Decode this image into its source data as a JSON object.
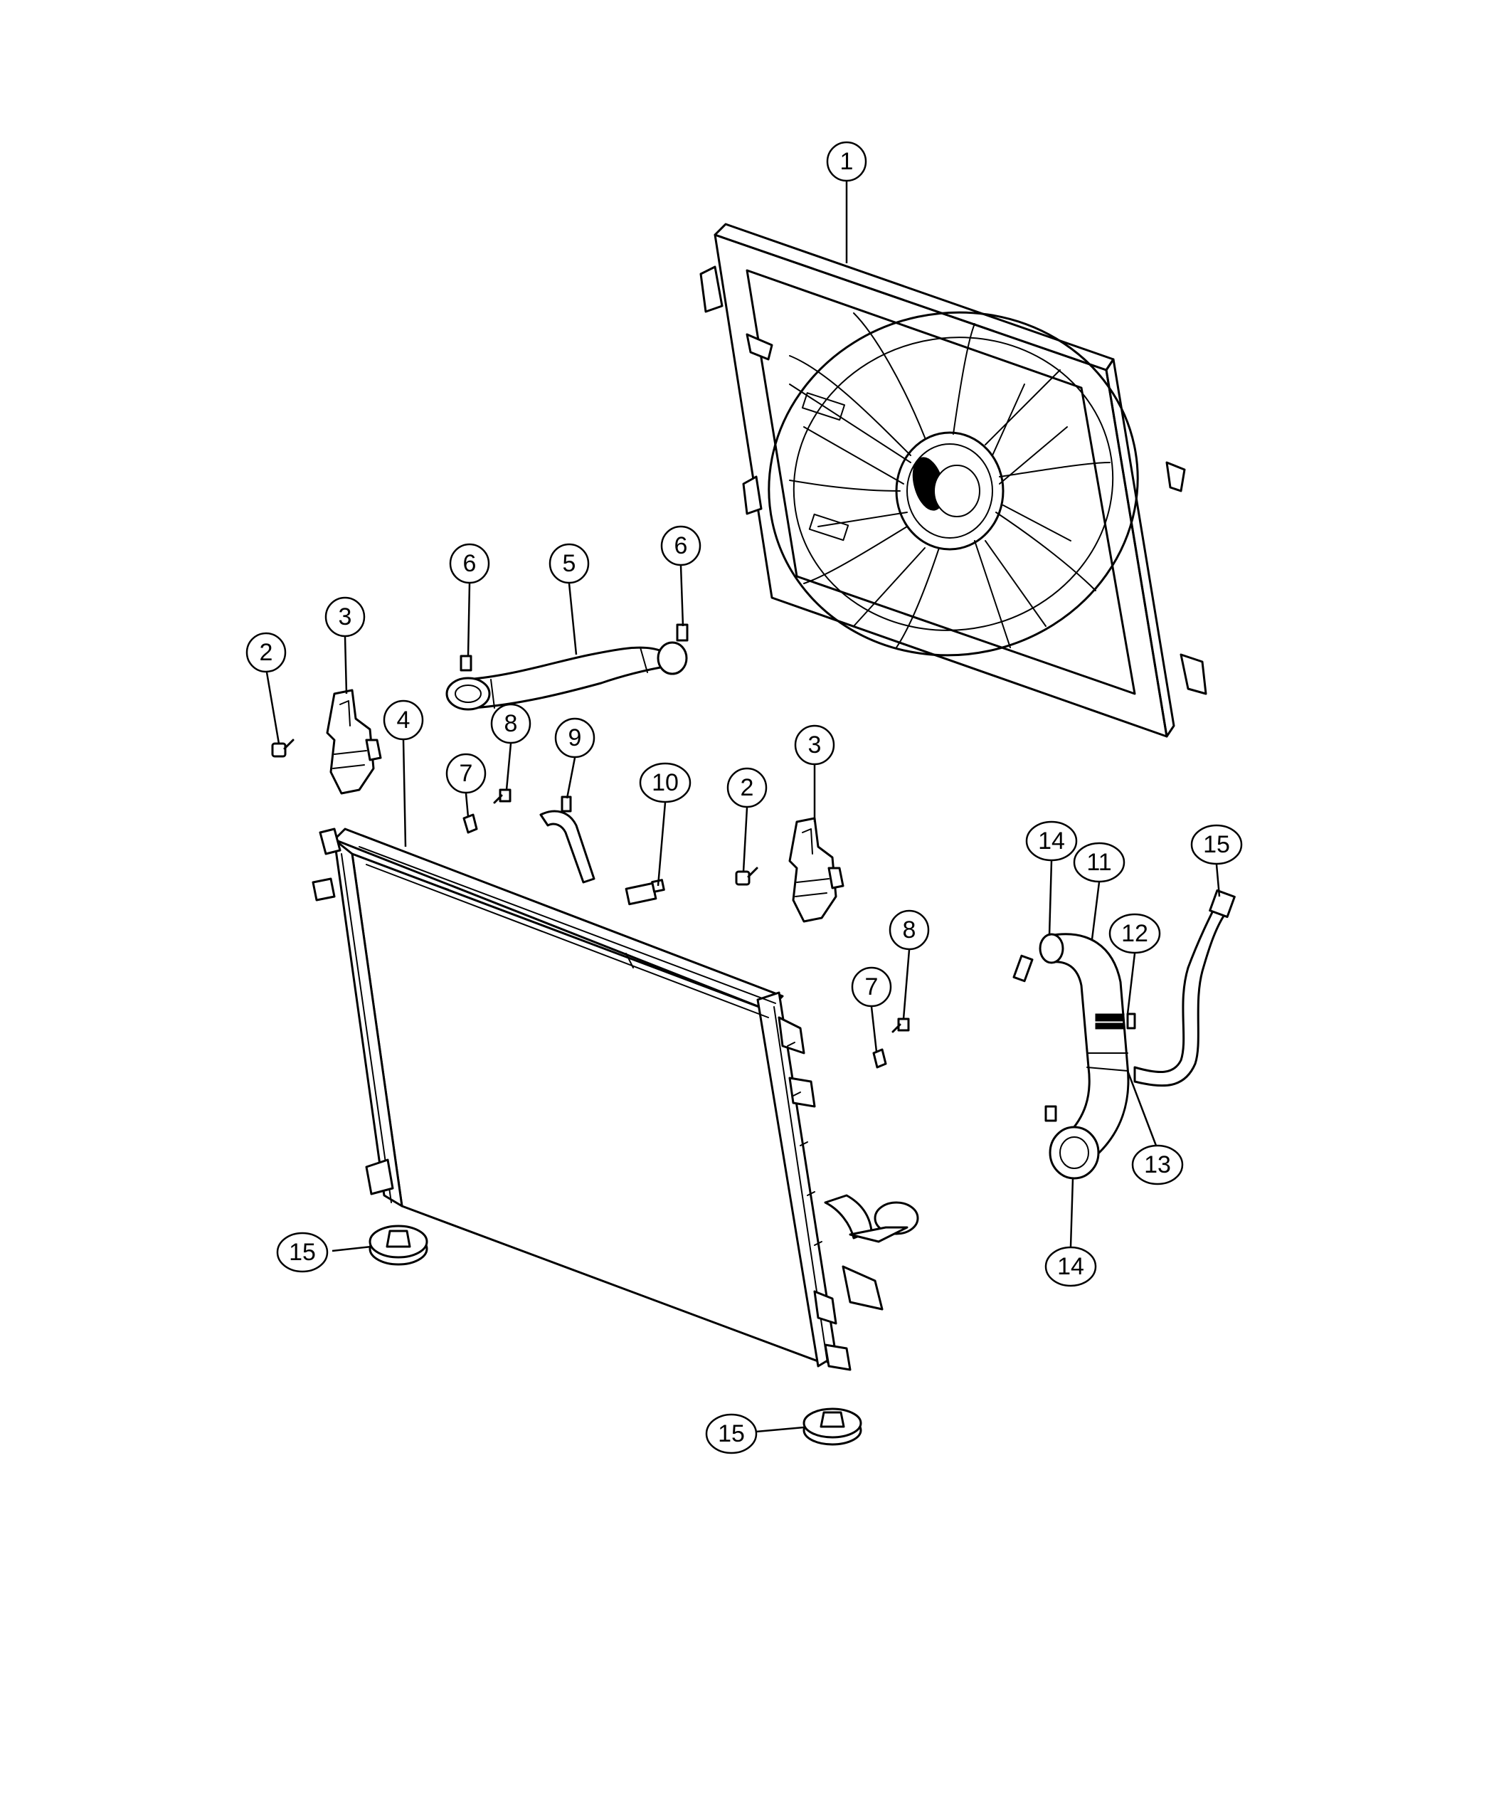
{
  "diagram": {
    "callouts": [
      {
        "id": "c1",
        "label": "1"
      },
      {
        "id": "c2a",
        "label": "2"
      },
      {
        "id": "c2b",
        "label": "2"
      },
      {
        "id": "c3a",
        "label": "3"
      },
      {
        "id": "c3b",
        "label": "3"
      },
      {
        "id": "c4",
        "label": "4"
      },
      {
        "id": "c5",
        "label": "5"
      },
      {
        "id": "c6a",
        "label": "6"
      },
      {
        "id": "c6b",
        "label": "6"
      },
      {
        "id": "c7a",
        "label": "7"
      },
      {
        "id": "c7b",
        "label": "7"
      },
      {
        "id": "c8a",
        "label": "8"
      },
      {
        "id": "c8b",
        "label": "8"
      },
      {
        "id": "c9",
        "label": "9"
      },
      {
        "id": "c10",
        "label": "10"
      },
      {
        "id": "c11",
        "label": "11"
      },
      {
        "id": "c12",
        "label": "12"
      },
      {
        "id": "c13",
        "label": "13"
      },
      {
        "id": "c14a",
        "label": "14"
      },
      {
        "id": "c14b",
        "label": "14"
      },
      {
        "id": "c15a",
        "label": "15"
      },
      {
        "id": "c15b",
        "label": "15"
      },
      {
        "id": "c15c",
        "label": "15"
      }
    ]
  },
  "colors": {
    "line": "#000000",
    "background": "#ffffff"
  }
}
